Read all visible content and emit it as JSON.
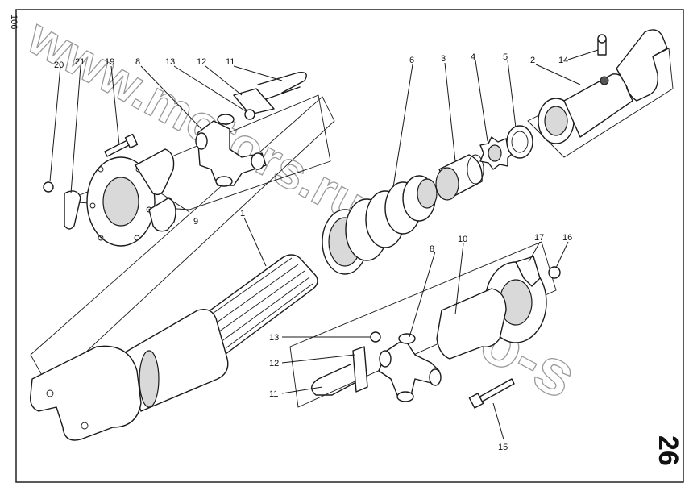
{
  "page": {
    "number": "106",
    "figure_number": "26"
  },
  "watermark": "www.motors.ru",
  "watermark_tail": "o-s",
  "labels": [
    {
      "id": "lbl-1",
      "text": "1"
    },
    {
      "id": "lbl-2",
      "text": "2"
    },
    {
      "id": "lbl-3",
      "text": "3"
    },
    {
      "id": "lbl-4",
      "text": "4"
    },
    {
      "id": "lbl-5",
      "text": "5"
    },
    {
      "id": "lbl-6",
      "text": "6"
    },
    {
      "id": "lbl-8a",
      "text": "8"
    },
    {
      "id": "lbl-8b",
      "text": "8"
    },
    {
      "id": "lbl-9",
      "text": "9"
    },
    {
      "id": "lbl-10",
      "text": "10"
    },
    {
      "id": "lbl-11a",
      "text": "11"
    },
    {
      "id": "lbl-11b",
      "text": "11"
    },
    {
      "id": "lbl-12a",
      "text": "12"
    },
    {
      "id": "lbl-12b",
      "text": "12"
    },
    {
      "id": "lbl-13a",
      "text": "13"
    },
    {
      "id": "lbl-13b",
      "text": "13"
    },
    {
      "id": "lbl-14",
      "text": "14"
    },
    {
      "id": "lbl-15",
      "text": "15"
    },
    {
      "id": "lbl-16",
      "text": "16"
    },
    {
      "id": "lbl-17",
      "text": "17"
    },
    {
      "id": "lbl-19",
      "text": "19"
    },
    {
      "id": "lbl-20",
      "text": "20"
    },
    {
      "id": "lbl-21",
      "text": "21"
    }
  ]
}
